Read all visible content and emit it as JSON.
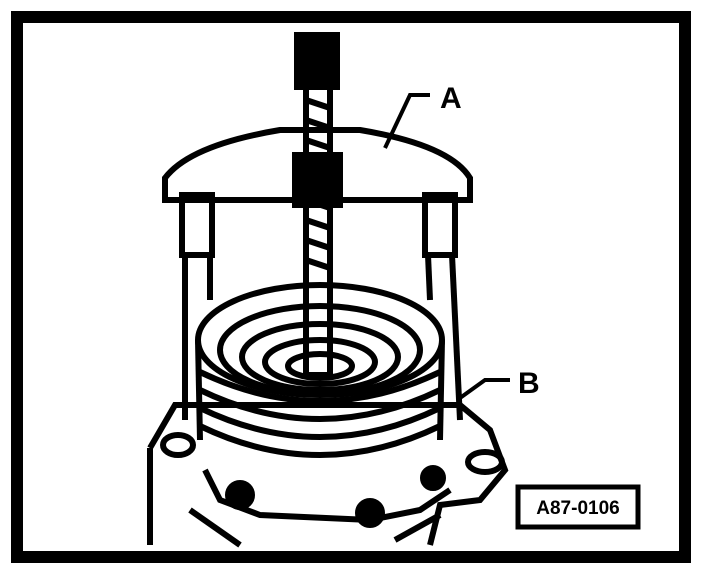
{
  "figure": {
    "callout_a": "A",
    "callout_b": "B",
    "reference_code": "A87-0106"
  },
  "colors": {
    "ink": "#000000",
    "paper": "#ffffff"
  },
  "icons": [
    "puller-tool-illustration",
    "pulley-illustration",
    "compressor-housing-illustration"
  ]
}
